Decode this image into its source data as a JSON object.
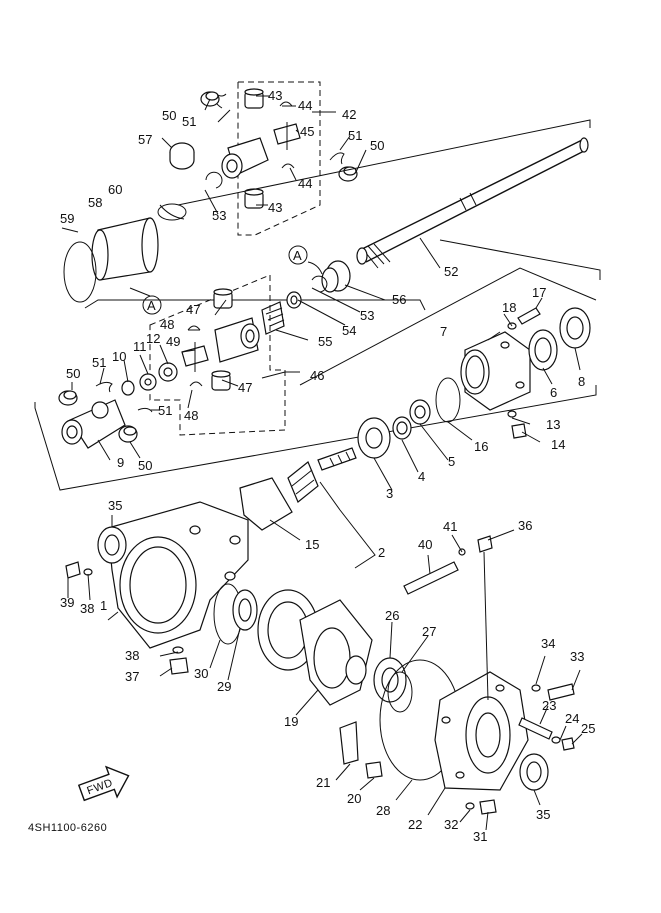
{
  "diagram": {
    "code": "4SH1100-6260",
    "fwd_label": "FWD",
    "ref_label": "A",
    "part_numbers": [
      "1",
      "2",
      "3",
      "4",
      "5",
      "6",
      "7",
      "8",
      "9",
      "10",
      "11",
      "12",
      "13",
      "14",
      "15",
      "16",
      "17",
      "18",
      "19",
      "20",
      "21",
      "22",
      "23",
      "24",
      "25",
      "26",
      "27",
      "28",
      "29",
      "30",
      "31",
      "32",
      "33",
      "34",
      "35",
      "36",
      "37",
      "38",
      "39",
      "40",
      "41",
      "42",
      "43",
      "44",
      "45",
      "46",
      "47",
      "48",
      "49",
      "50",
      "51",
      "52",
      "53",
      "54",
      "55",
      "56",
      "57",
      "58",
      "59",
      "60"
    ]
  }
}
